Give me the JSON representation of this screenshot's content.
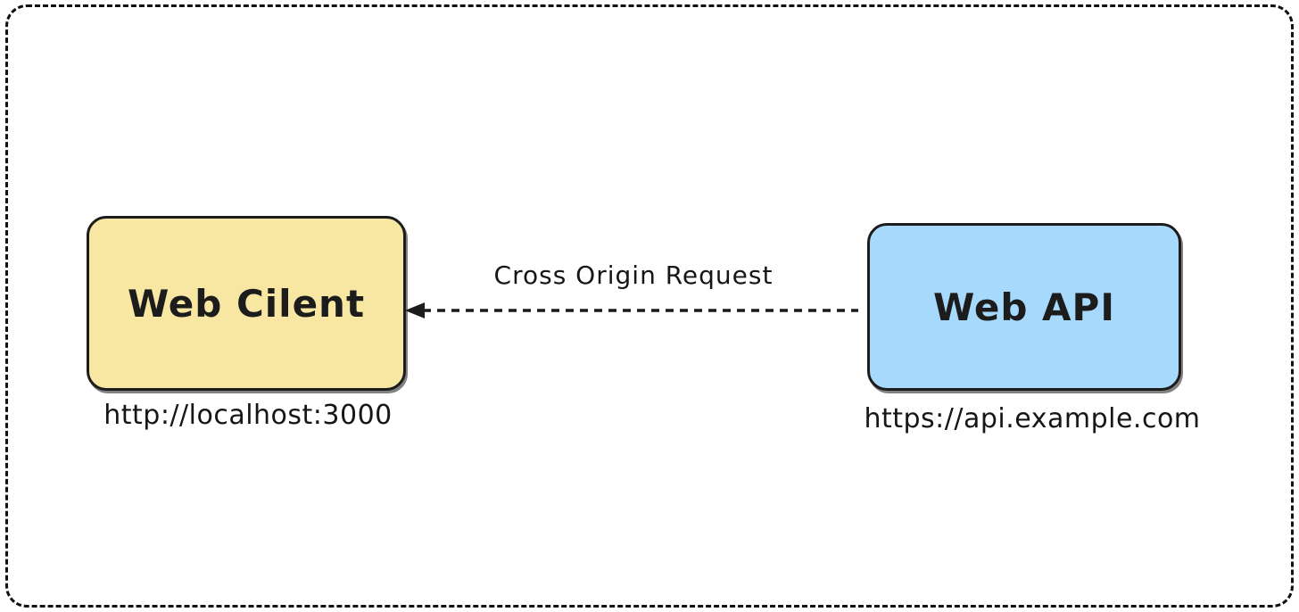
{
  "diagram": {
    "type": "architecture-sketch",
    "frame_style": "dashed-rounded-border",
    "nodes": [
      {
        "id": "web-client",
        "label": "Web Cilent",
        "url": "http://localhost:3000",
        "fill": "#F8E7A2",
        "border": "#1c1c1c",
        "position": "left"
      },
      {
        "id": "web-api",
        "label": "Web API",
        "url": "https://api.example.com",
        "fill": "#A6D9FB",
        "border": "#1c1c1c",
        "position": "right"
      }
    ],
    "edges": [
      {
        "label": "Cross Origin Request",
        "from": "web-api",
        "to": "web-client",
        "style": "dashed",
        "arrowhead": "solid-triangle",
        "direction": "right-to-left"
      }
    ],
    "colors": {
      "background": "#ffffff",
      "stroke": "#1c1c1c",
      "client_fill": "#F8E7A2",
      "api_fill": "#A6D9FB"
    }
  }
}
